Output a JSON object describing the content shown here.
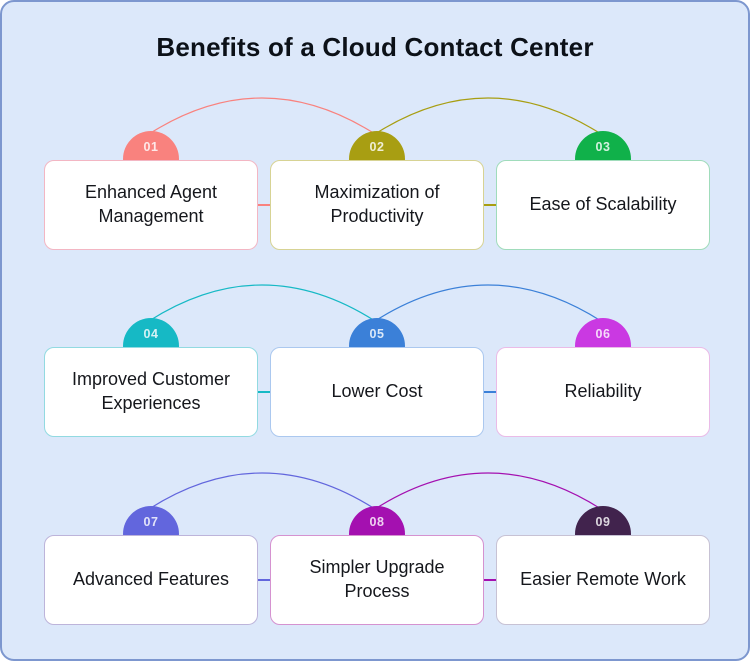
{
  "page": {
    "title": "Benefits of a Cloud Contact Center",
    "background": "#dce8fa",
    "frame_border": "#7d97cf"
  },
  "items": [
    {
      "number": "01",
      "label": "Enhanced Agent Management",
      "badge_color": "#f9827e",
      "card_border": "#f3b6c3"
    },
    {
      "number": "02",
      "label": "Maximization of Productivity",
      "badge_color": "#a89e12",
      "card_border": "#d7d394"
    },
    {
      "number": "03",
      "label": "Ease of Scalability",
      "badge_color": "#10b14a",
      "card_border": "#a0dcbb"
    },
    {
      "number": "04",
      "label": "Improved Customer Experiences",
      "badge_color": "#16b9c5",
      "card_border": "#92dae1"
    },
    {
      "number": "05",
      "label": "Lower Cost",
      "badge_color": "#3b80d8",
      "card_border": "#abc8ef"
    },
    {
      "number": "06",
      "label": "Reliability",
      "badge_color": "#ca39e2",
      "card_border": "#eabbe7"
    },
    {
      "number": "07",
      "label": "Advanced Features",
      "badge_color": "#6266dd",
      "card_border": "#bdb4da"
    },
    {
      "number": "08",
      "label": "Simpler Upgrade Process",
      "badge_color": "#a410b0",
      "card_border": "#d592d0"
    },
    {
      "number": "09",
      "label": "Easier Remote Work",
      "badge_color": "#41234d",
      "card_border": "#c7c2d4"
    }
  ]
}
